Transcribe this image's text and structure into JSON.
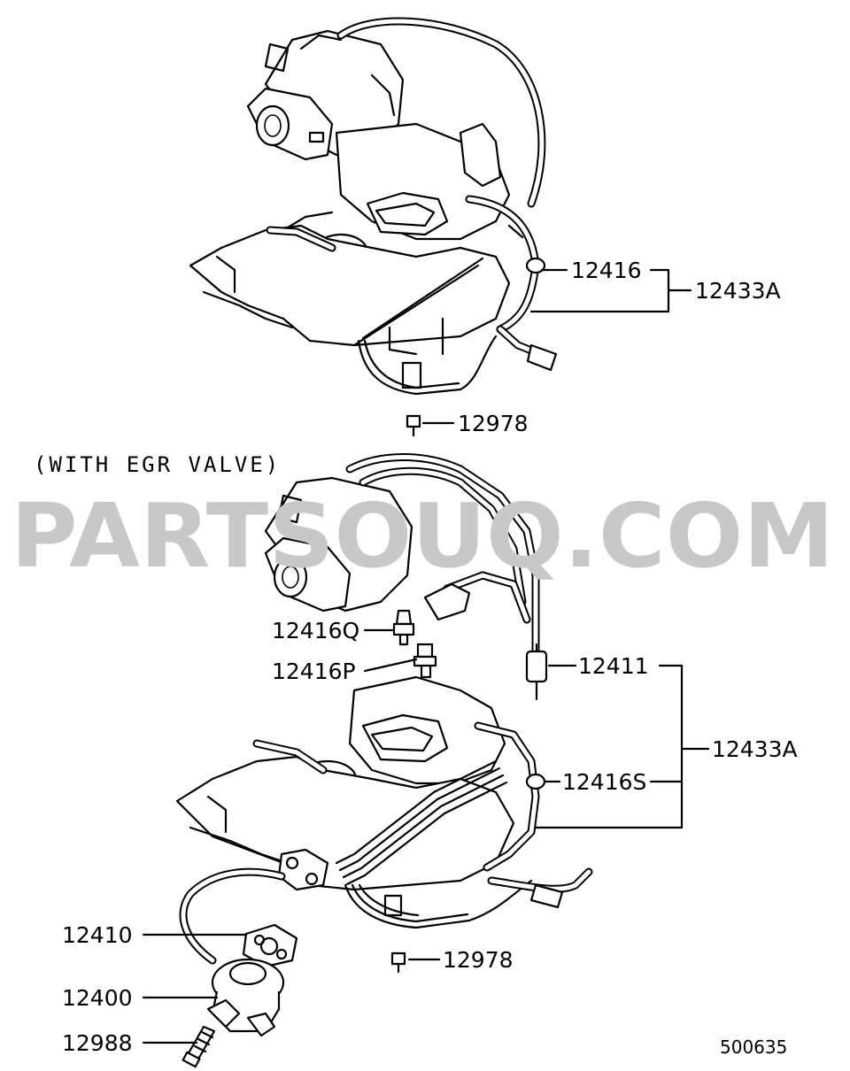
{
  "caption": "(WITH EGR VALVE)",
  "watermark": "PARTSOUQ.COM",
  "diagram_code": "500635",
  "callouts": {
    "top_12416": "12416",
    "top_12433A": "12433A",
    "top_12978": "12978",
    "bot_12416Q": "12416Q",
    "bot_12416P": "12416P",
    "bot_12411": "12411",
    "bot_12433A": "12433A",
    "bot_12416S": "12416S",
    "bot_12410": "12410",
    "bot_12978": "12978",
    "bot_12400": "12400",
    "bot_12988": "12988"
  }
}
